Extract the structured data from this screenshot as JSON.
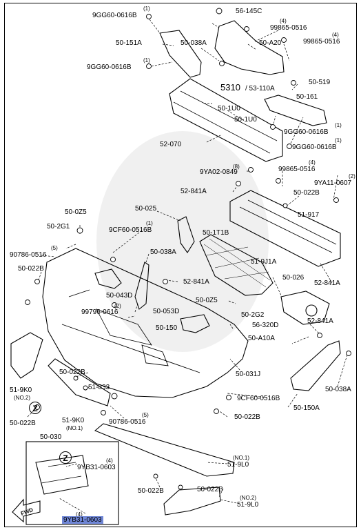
{
  "labels": {
    "l1": "9GG60-0616B",
    "l1q": "(1)",
    "l2": "56-145C",
    "l3": "99865-0516",
    "l3q": "(4)",
    "l4": "50-151A",
    "l5": "50-038A",
    "l6": "50-A20",
    "l7": "99865-0516",
    "l7q": "(4)",
    "l8": "9GG60-0616B",
    "l8q": "(1)",
    "l9": "50-519",
    "l10": "5310",
    "l10b": "/ 53-110A",
    "l11": "50-161",
    "l12": "50-1U0",
    "l13": "50-1U0",
    "l14": "9GG60-0616B",
    "l14q": "(1)",
    "l15": "52-070",
    "l16": "9GG60-0616B",
    "l16q": "(1)",
    "l17": "9YA02-0849",
    "l17q": "(8)",
    "l18": "99865-0516",
    "l18q": "(4)",
    "l19": "9YA11-0607",
    "l19q": "(2)",
    "l20": "52-841A",
    "l21": "50-022B",
    "l22": "50-0Z5",
    "l23": "50-025",
    "l24": "51-917",
    "l25": "50-2G1",
    "l26": "9CF60-0516B",
    "l26q": "(1)",
    "l27": "50-1T1B",
    "l28": "90786-0516",
    "l28q": "(5)",
    "l29": "50-038A",
    "l30": "51-9J1A",
    "l31": "50-022B",
    "l32": "52-841A",
    "l33": "52-841A",
    "l34": "50-026",
    "l35": "50-043D",
    "l36": "50-0Z5",
    "l37": "99796-0616",
    "l37q": "(2)",
    "l38": "50-053D",
    "l39": "50-2G2",
    "l40": "52-841A",
    "l41": "56-320D",
    "l42": "50-150",
    "l43": "50-A10A",
    "l44": "51-9K0",
    "l44q": "(NO.2)",
    "l45": "50-022B",
    "l46": "50-031J",
    "l47": "51-833",
    "l48": "9CF60-0516B",
    "l49": "50-038A",
    "l50": "50-022B",
    "l51": "51-9K0",
    "l51q": "(NO.1)",
    "l52": "90786-0516",
    "l52q": "(5)",
    "l53": "50-022B",
    "l54": "50-150A",
    "l55": "50-030",
    "l56": "9YB31-0603",
    "l56q": "(4)",
    "l57": "51-9L0",
    "l57q": "(NO.1)",
    "l58": "50-022B",
    "l59": "50-022B",
    "l60": "51-9L0",
    "l60q": "(NO.2)",
    "l61": "9YB31-0603",
    "l61q": "(4)",
    "z": "Z",
    "fwd": "FWD"
  }
}
